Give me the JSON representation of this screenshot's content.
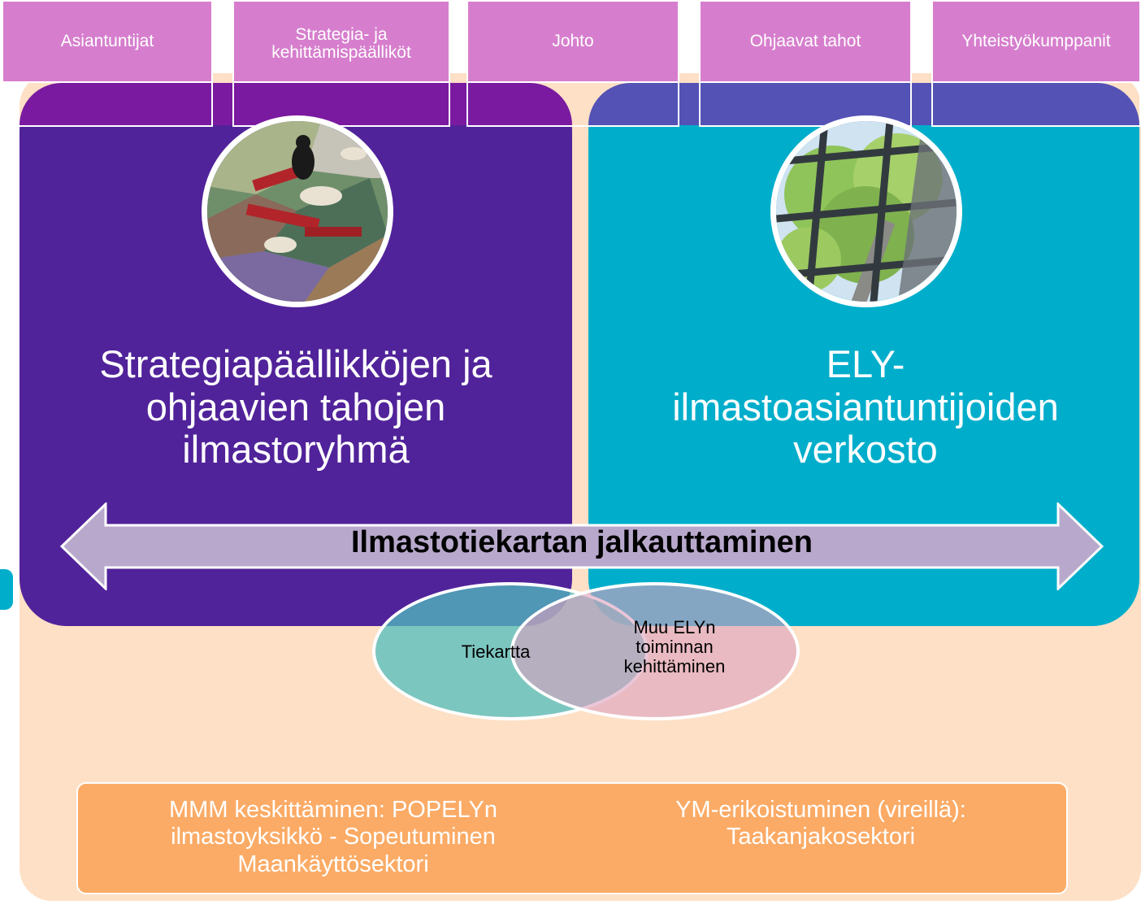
{
  "tabs": [
    {
      "label": "Asiantuntijat"
    },
    {
      "label": "Strategia- ja kehittämispäälliköt"
    },
    {
      "label": "Johto"
    },
    {
      "label": "Ohjaavat tahot"
    },
    {
      "label": "Yhteistyökumppanit"
    }
  ],
  "left_group": {
    "title": "Strategiapäällikköjen ja ohjaavien tahojen ilmastoryhmä"
  },
  "right_group": {
    "title": "ELY-ilmastoasiantuntijoiden verkosto"
  },
  "arrow": {
    "label": "Ilmastotiekartan jalkauttaminen"
  },
  "venn": {
    "left": "Tiekartta",
    "right": "Muu ELYn toiminnan kehittäminen"
  },
  "bottom": {
    "left": "MMM keskittäminen: POPELYn ilmastoyksikkö - Sopeutuminen Maankäyttösektori",
    "right": "YM-erikoistuminen (vireillä): Taakanjakosektori"
  },
  "colors": {
    "purple": "#51239a",
    "teal": "#00aecb",
    "tab_pink": "#d67ecd",
    "peach": "#fde0c6",
    "orange": "#fbab66",
    "arrow_fill": "#b8a9cc"
  }
}
